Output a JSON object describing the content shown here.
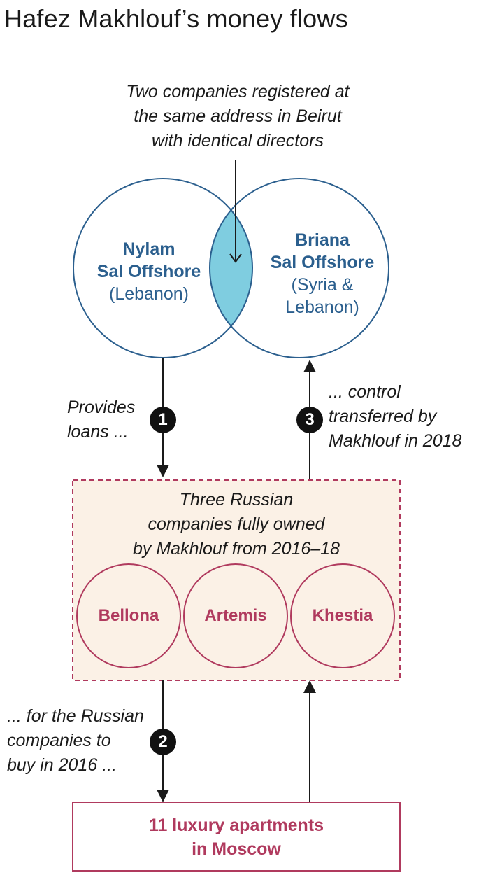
{
  "title": "Hafez Makhlouf’s money flows",
  "top_caption": [
    "Two companies registered at",
    "the same address in Beirut",
    "with identical directors"
  ],
  "left_company": {
    "name_lines": [
      "Nylam",
      "Sal Offshore"
    ],
    "country": "(Lebanon)"
  },
  "right_company": {
    "name_lines": [
      "Briana",
      "Sal Offshore"
    ],
    "country_lines": [
      "(Syria &",
      "Lebanon)"
    ]
  },
  "step1": {
    "number": "1",
    "lines": [
      "Provides",
      "loans ..."
    ]
  },
  "step2": {
    "number": "2",
    "lines": [
      "... for the Russian",
      "companies to",
      "buy in 2016 ..."
    ]
  },
  "step3": {
    "number": "3",
    "lines": [
      "... control",
      "transferred by",
      "Makhlouf in 2018"
    ]
  },
  "russian_group": {
    "caption_lines": [
      "Three Russian",
      "companies fully owned",
      "by Makhlouf from 2016–18"
    ],
    "companies": [
      "Bellona",
      "Artemis",
      "Khestia"
    ]
  },
  "apartments": {
    "lines": [
      "11 luxury apartments",
      "in Moscow"
    ]
  },
  "colors": {
    "blue_outline": "#2b5f8e",
    "overlap_fill": "#7fcde0",
    "red": "#b03a5e",
    "box_fill": "#fbf1e6",
    "arrow": "#1a1a1a"
  }
}
